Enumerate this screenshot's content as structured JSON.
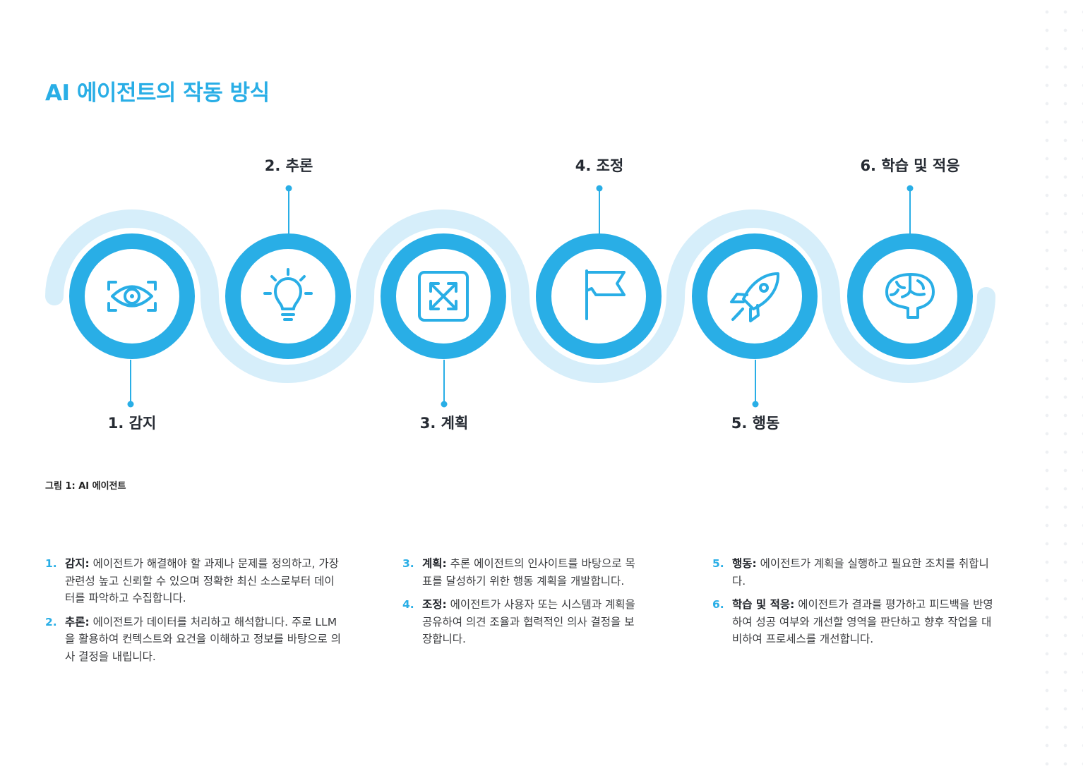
{
  "title": "AI 에이전트의 작동 방식",
  "caption": "그림 1: AI 에이전트",
  "colors": {
    "accent": "#29aee6",
    "wave": "#d6eefa",
    "heading": "#262b33"
  },
  "steps": [
    {
      "label": "1. 감지",
      "icon": "eye-scan-icon",
      "position": "bottom"
    },
    {
      "label": "2. 추론",
      "icon": "lightbulb-icon",
      "position": "top"
    },
    {
      "label": "3. 계획",
      "icon": "expand-arrows-icon",
      "position": "bottom"
    },
    {
      "label": "4. 조정",
      "icon": "flag-icon",
      "position": "top"
    },
    {
      "label": "5. 행동",
      "icon": "rocket-icon",
      "position": "bottom"
    },
    {
      "label": "6. 학습 및 적응",
      "icon": "brain-icon",
      "position": "top"
    }
  ],
  "descriptions": [
    {
      "num": "1.",
      "term": "감지:",
      "text": "에이전트가 해결해야 할 과제나 문제를 정의하고, 가장 관련성 높고 신뢰할 수 있으며 정확한 최신 소스로부터 데이터를 파악하고 수집합니다."
    },
    {
      "num": "2.",
      "term": "추론:",
      "text": "에이전트가 데이터를 처리하고 해석합니다. 주로 LLM을 활용하여 컨텍스트와 요건을 이해하고 정보를 바탕으로 의사 결정을 내립니다."
    },
    {
      "num": "3.",
      "term": "계획:",
      "text": "추론 에이전트의 인사이트를 바탕으로 목표를 달성하기 위한 행동 계획을 개발합니다."
    },
    {
      "num": "4.",
      "term": "조정:",
      "text": "에이전트가 사용자 또는 시스템과 계획을 공유하여 의견 조율과 협력적인 의사 결정을 보장합니다."
    },
    {
      "num": "5.",
      "term": "행동:",
      "text": "에이전트가 계획을 실행하고 필요한 조치를 취합니다."
    },
    {
      "num": "6.",
      "term": "학습 및 적응:",
      "text": "에이전트가 결과를 평가하고 피드백을 반영하여 성공 여부와 개선할 영역을 판단하고 향후 작업을 대비하여 프로세스를 개선합니다."
    }
  ]
}
